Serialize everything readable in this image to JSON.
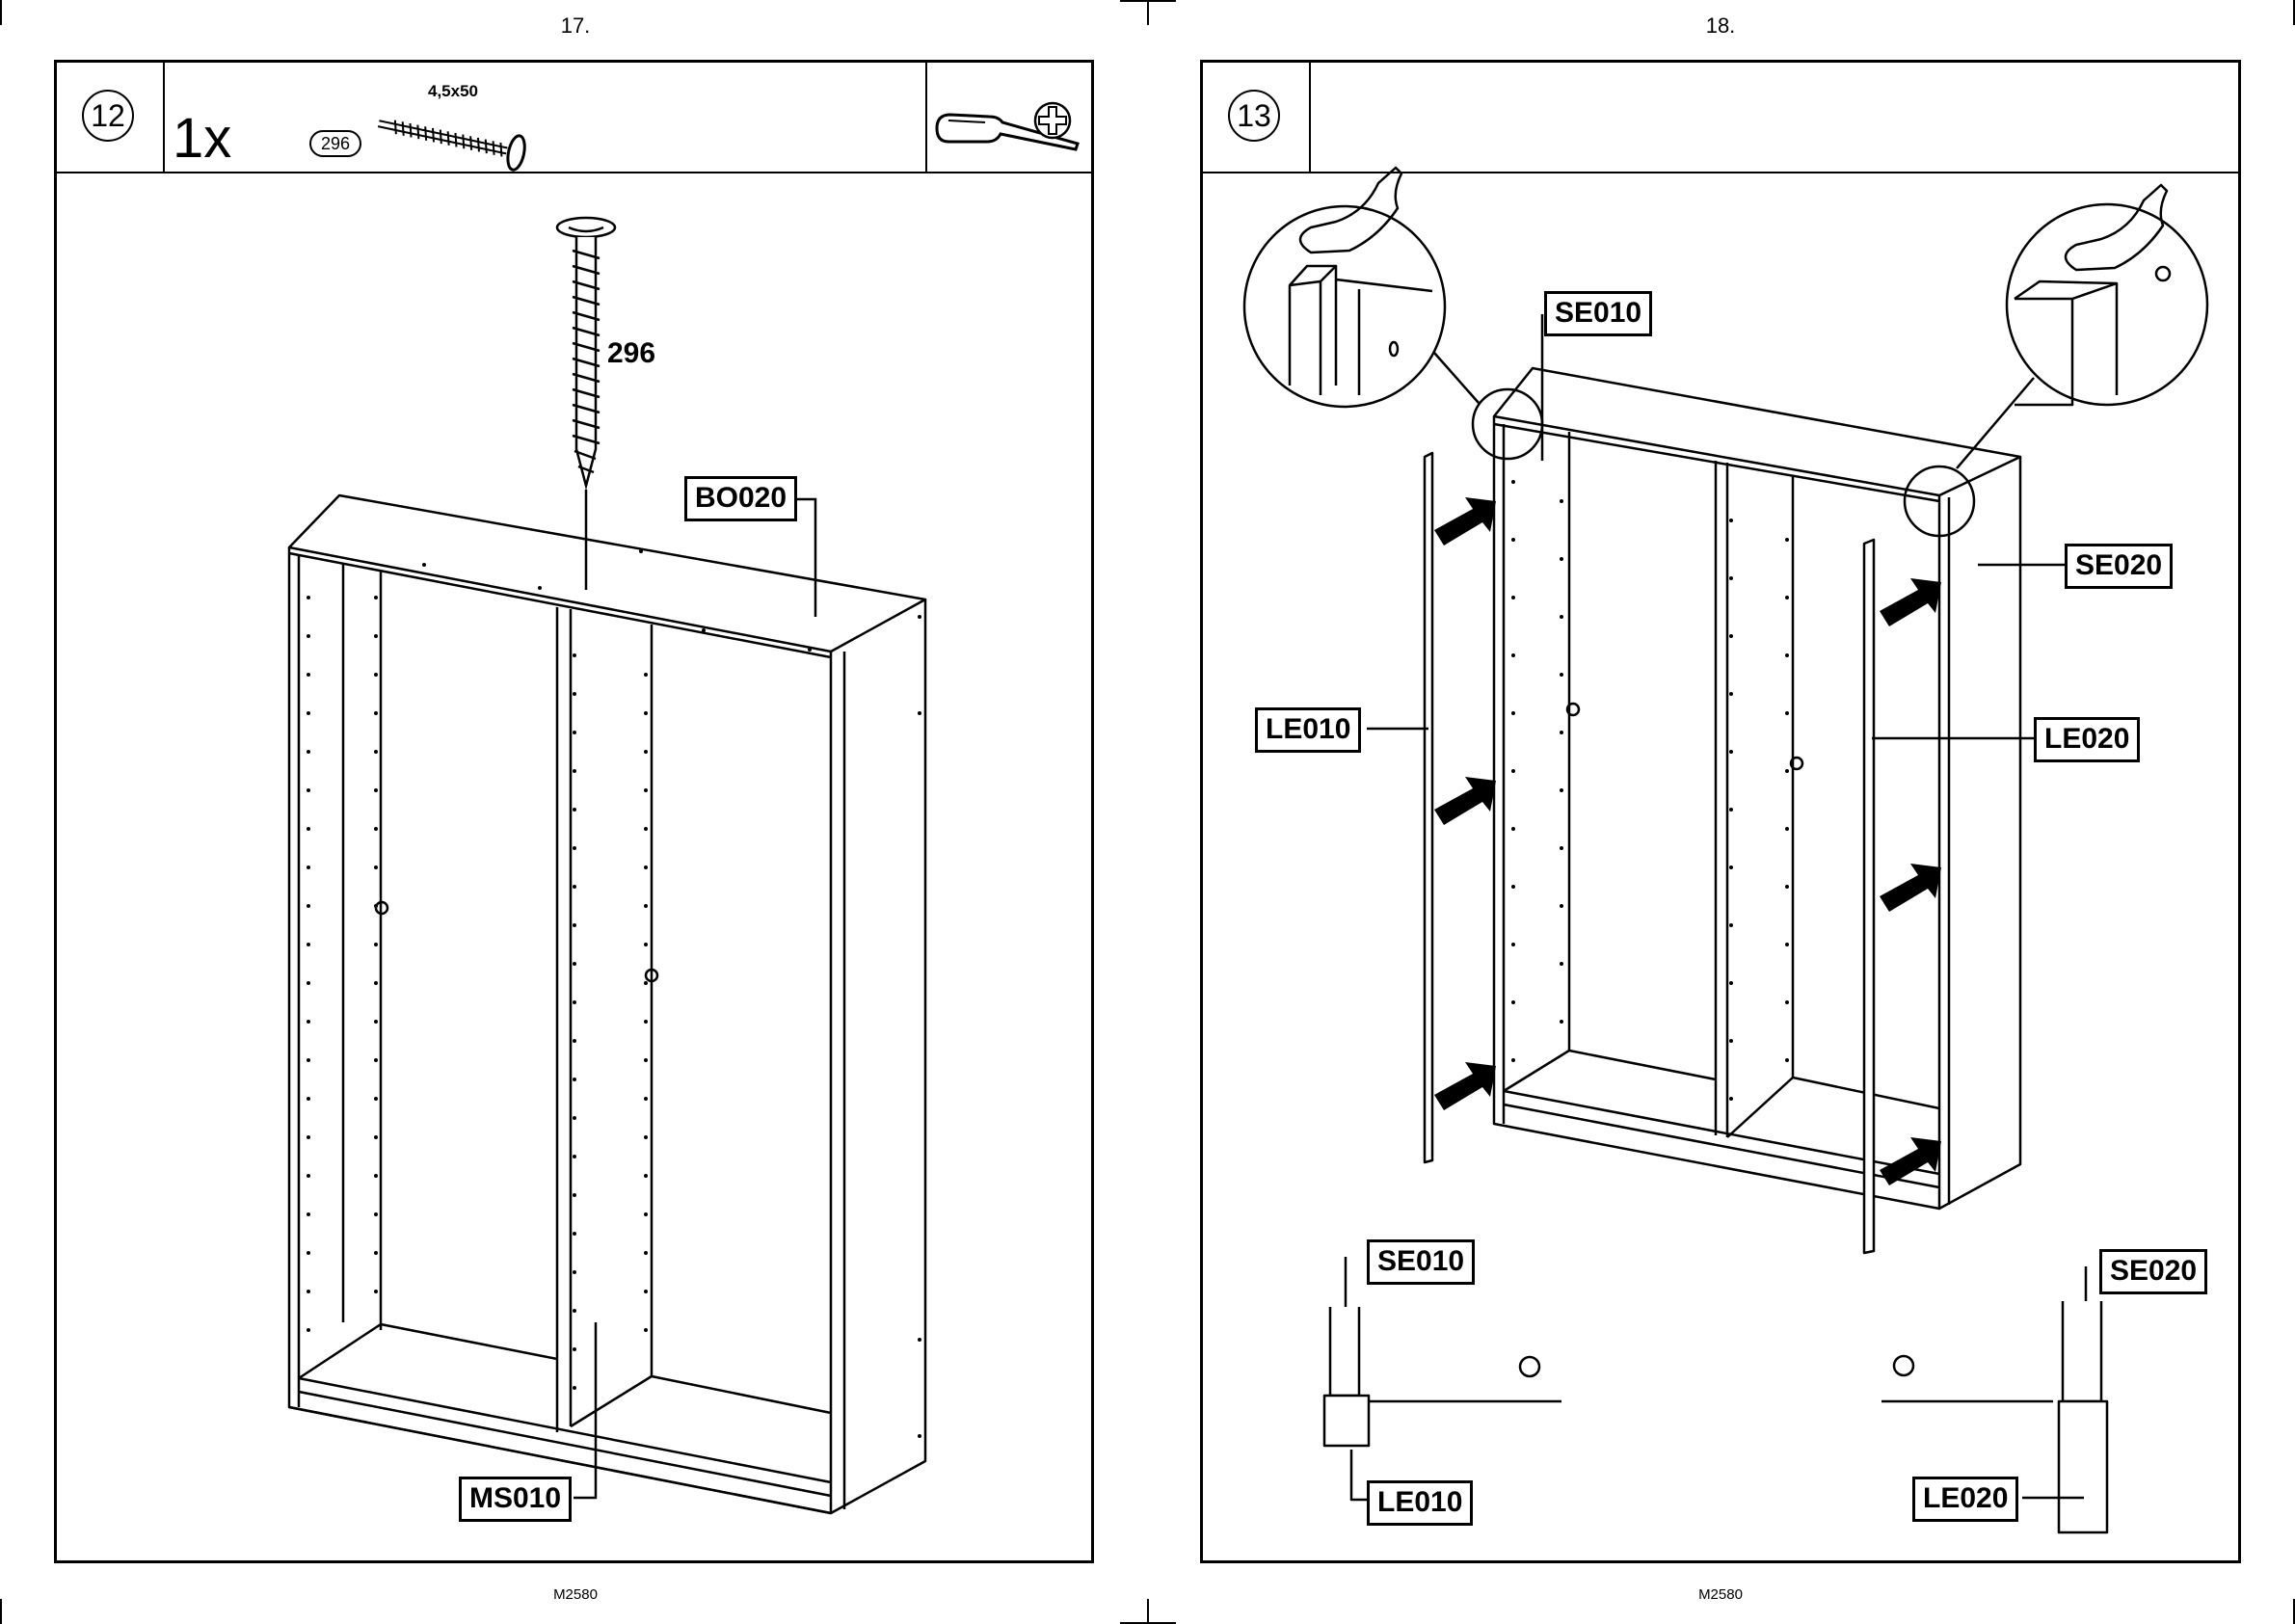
{
  "left_page": {
    "page_number": "17.",
    "footer_code": "M2580",
    "step": "12",
    "quantity": "1x",
    "part_ref": "296",
    "screw_size": "4,5x50",
    "tool_icons": [
      "screwdriver-icon",
      "phillips-head-icon"
    ],
    "callouts": {
      "screw": "296",
      "top_panel": "BO020",
      "middle_panel": "MS010"
    }
  },
  "right_page": {
    "page_number": "18.",
    "footer_code": "M2580",
    "step": "13",
    "callouts": {
      "left_side_top": "SE010",
      "right_side": "SE020",
      "left_strip": "LE010",
      "right_strip": "LE020",
      "detail_left_side": "SE010",
      "detail_right_side": "SE020",
      "detail_left_strip": "LE010",
      "detail_right_strip": "LE020"
    }
  }
}
